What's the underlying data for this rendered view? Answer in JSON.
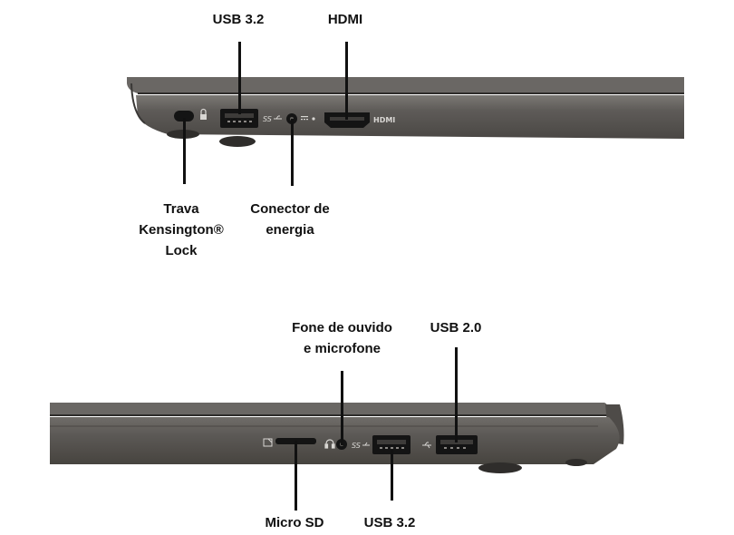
{
  "top_view": {
    "callouts": {
      "usb32": "USB 3.2",
      "hdmi": "HDMI",
      "kensington": "Trava\nKensington®\nLock",
      "power": "Conector de\nenergia"
    },
    "port_markings": {
      "ss_usb": "SS",
      "hdmi": "HDMI"
    }
  },
  "bottom_view": {
    "callouts": {
      "audio": "Fone de ouvido\ne microfone",
      "usb20": "USB 2.0",
      "microsd": "Micro SD",
      "usb32": "USB 3.2"
    },
    "port_markings": {
      "ss_usb": "SS"
    }
  },
  "colors": {
    "chassis": "#5e5b58",
    "chassis_dark": "#3a3836",
    "chassis_light": "#7b7874",
    "port_dark": "#141414",
    "label": "#111111"
  }
}
